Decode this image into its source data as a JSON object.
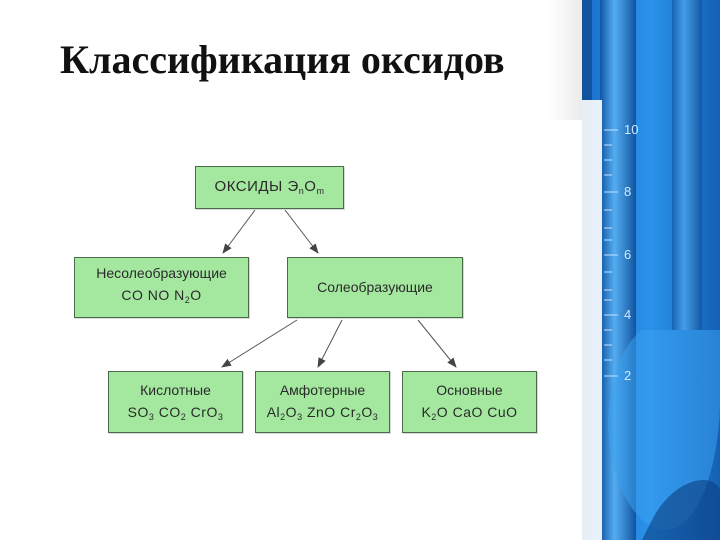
{
  "title": "Классификация оксидов",
  "root": {
    "label": "ОКСИДЫ Э",
    "sub_n": "n",
    "o": "O",
    "sub_m": "m"
  },
  "non_salt_forming": {
    "label": "Несолеобразующие",
    "formulas": [
      {
        "base": "CO"
      },
      {
        "base": "NO"
      },
      {
        "base": "N",
        "sub": "2",
        "tail": "O"
      }
    ]
  },
  "salt_forming": {
    "label": "Солеобразующие"
  },
  "acidic": {
    "label": "Кислотные",
    "formulas": [
      {
        "base": "SO",
        "sub": "3"
      },
      {
        "base": "CO",
        "sub": "2"
      },
      {
        "base": "CrO",
        "sub": "3"
      }
    ]
  },
  "amphoteric": {
    "label": "Амфотерные",
    "formulas": [
      {
        "base": "Al",
        "sub": "2",
        "tail": "O",
        "sub2": "3"
      },
      {
        "base": "ZnO"
      },
      {
        "base": "Cr",
        "sub": "2",
        "tail": "O",
        "sub2": "3"
      }
    ]
  },
  "basic": {
    "label": "Основные",
    "formulas": [
      {
        "base": "K",
        "sub": "2",
        "tail": "O"
      },
      {
        "base": "CaO"
      },
      {
        "base": "CuO"
      }
    ]
  },
  "photo_scale_labels": [
    "10",
    "8",
    "6",
    "4",
    "2"
  ],
  "colors": {
    "box_fill": "#a4e8a0",
    "box_border": "#4a6a4a",
    "glass_blue": "#1f7fd6"
  }
}
